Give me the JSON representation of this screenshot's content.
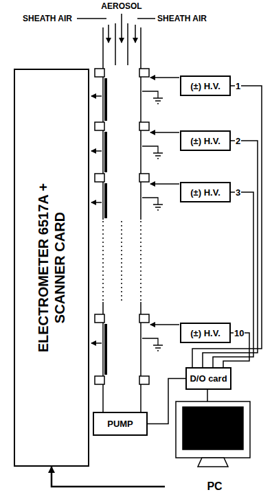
{
  "diagram": {
    "nodes": [
      {
        "text": [
          "ELECTROMETER 6517A + SCANNER CARD"
        ]
      },
      {
        "text": [
          "(±) H.V."
        ]
      },
      {
        "text": [
          "(±) H.V."
        ]
      },
      {
        "text": [
          "(±) H.V."
        ]
      },
      {
        "text": [
          "(±) H.V."
        ]
      },
      {
        "text": [
          "D/O card"
        ]
      },
      {
        "text": [
          "PUMP"
        ]
      },
      {
        "text": [
          "PC"
        ]
      }
    ],
    "edges": [
      {
        "from": 5,
        "to": 1,
        "arrow": "none"
      },
      {
        "from": 5,
        "to": 2,
        "arrow": "none"
      },
      {
        "from": 5,
        "to": 3,
        "arrow": "none"
      },
      {
        "from": 5,
        "to": 4,
        "arrow": "none"
      },
      {
        "from": 5,
        "to": 6,
        "arrow": "none"
      },
      {
        "from": 7,
        "to": 0,
        "arrow": "to"
      }
    ],
    "labels": [
      "SHEATH AIR",
      "AEROSOL",
      "SHEATH AIR",
      "1",
      "2",
      "3",
      "10"
    ]
  }
}
